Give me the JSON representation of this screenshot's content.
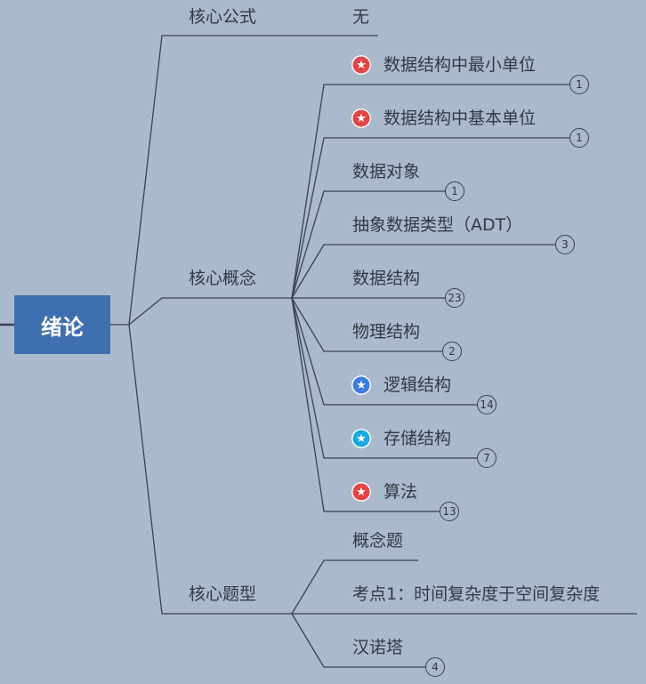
{
  "root": {
    "label": "绪论"
  },
  "branches": {
    "formula": {
      "label": "核心公式",
      "child": "无"
    },
    "concepts": {
      "label": "核心概念",
      "items": [
        {
          "label": "数据结构中最小单位",
          "count": "1",
          "star": "red"
        },
        {
          "label": "数据结构中基本单位",
          "count": "1",
          "star": "red"
        },
        {
          "label": "数据对象",
          "count": "1"
        },
        {
          "label": "抽象数据类型（ADT）",
          "count": "3"
        },
        {
          "label": "数据结构",
          "count": "23"
        },
        {
          "label": "物理结构",
          "count": "2"
        },
        {
          "label": "逻辑结构",
          "count": "14",
          "star": "blue"
        },
        {
          "label": "存储结构",
          "count": "7",
          "star": "cyan"
        },
        {
          "label": "算法",
          "count": "13",
          "star": "red"
        }
      ]
    },
    "questions": {
      "label": "核心题型",
      "items": [
        {
          "label": "概念题"
        },
        {
          "label": "考点1：时间复杂度于空间复杂度"
        },
        {
          "label": "汉诺塔",
          "count": "4"
        }
      ]
    }
  },
  "colors": {
    "background": "#abb9cc",
    "root": "#3e6fb0",
    "line": "#3a4250",
    "text": "#333a45"
  },
  "icons": {
    "star": "star-icon"
  }
}
